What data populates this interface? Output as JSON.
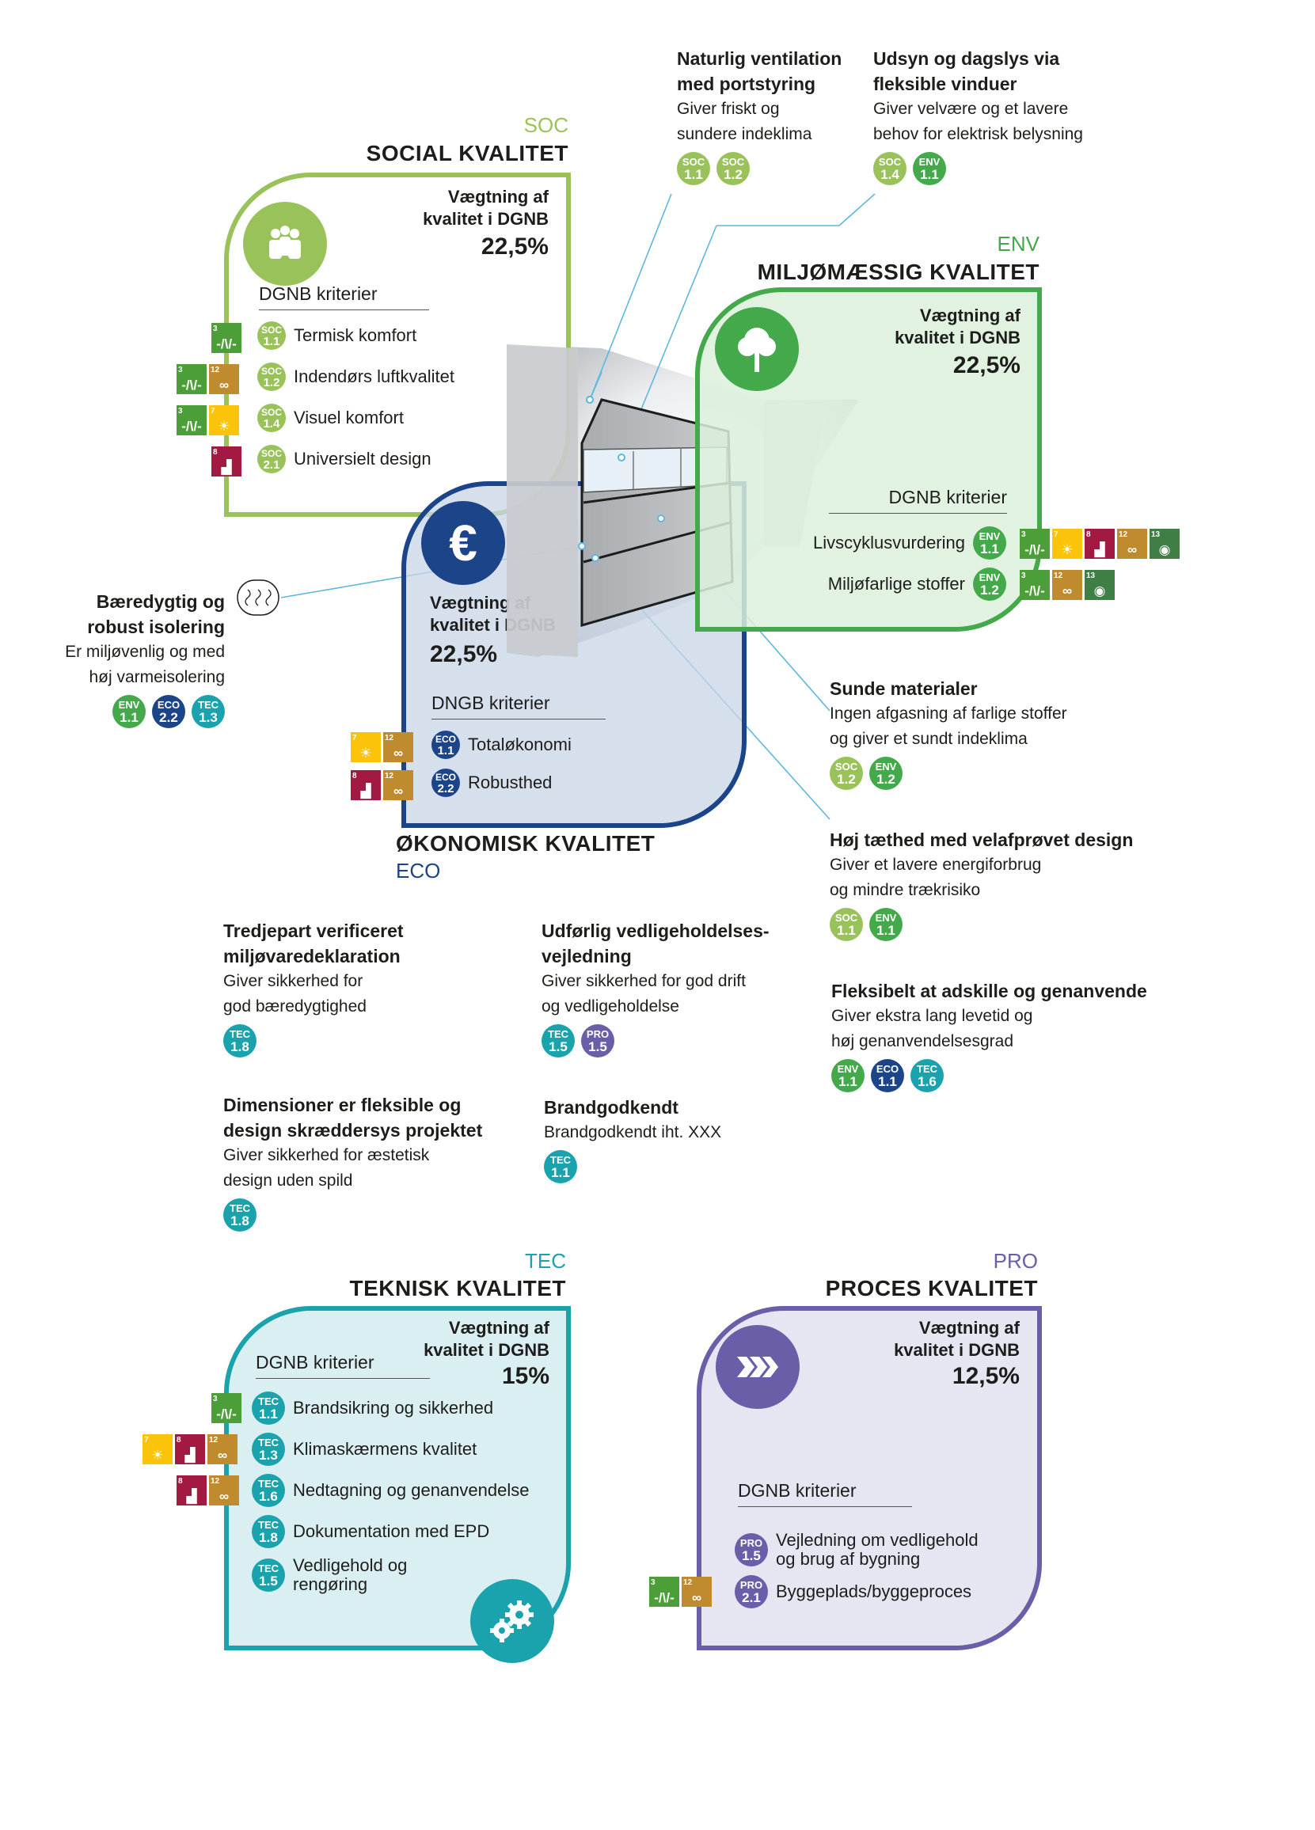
{
  "soc": {
    "code": "SOC",
    "title": "SOCIAL KVALITET",
    "weight_label_1": "Vægtning af",
    "weight_label_2": "kvalitet i DGNB",
    "weight_value": "22,5%",
    "criteria_head": "DGNB kriterier",
    "criteria": [
      {
        "code": "SOC",
        "num": "1.1",
        "label": "Termisk komfort"
      },
      {
        "code": "SOC",
        "num": "1.2",
        "label": "Indendørs luftkvalitet"
      },
      {
        "code": "SOC",
        "num": "1.4",
        "label": "Visuel komfort"
      },
      {
        "code": "SOC",
        "num": "2.1",
        "label": "Universielt design"
      }
    ],
    "color": "#9ac25b"
  },
  "env": {
    "code": "ENV",
    "title": "MILJØMÆSSIG KVALITET",
    "weight_label_1": "Vægtning af",
    "weight_label_2": "kvalitet i DGNB",
    "weight_value": "22,5%",
    "criteria_head": "DGNB kriterier",
    "criteria": [
      {
        "code": "ENV",
        "num": "1.1",
        "label": "Livscyklusvurdering"
      },
      {
        "code": "ENV",
        "num": "1.2",
        "label": "Miljøfarlige stoffer"
      }
    ],
    "color": "#43a94a"
  },
  "eco": {
    "code": "ECO",
    "title": "ØKONOMISK KVALITET",
    "weight_label_1": "Vægtning af",
    "weight_label_2": "kvalitet i DGNB",
    "weight_value": "22,5%",
    "criteria_head": "DNGB kriterier",
    "criteria": [
      {
        "code": "ECO",
        "num": "1.1",
        "label": "Totaløkonomi"
      },
      {
        "code": "ECO",
        "num": "2.2",
        "label": "Robusthed"
      }
    ],
    "euro_symbol": "€",
    "color": "#1c4589"
  },
  "tec": {
    "code": "TEC",
    "title": "TEKNISK KVALITET",
    "weight_label_1": "Vægtning af",
    "weight_label_2": "kvalitet i DGNB",
    "weight_value": "15%",
    "criteria_head": "DGNB kriterier",
    "criteria": [
      {
        "code": "TEC",
        "num": "1.1",
        "label": "Brandsikring og sikkerhed"
      },
      {
        "code": "TEC",
        "num": "1.3",
        "label": "Klimaskærmens kvalitet"
      },
      {
        "code": "TEC",
        "num": "1.6",
        "label": "Nedtagning og genanvendelse"
      },
      {
        "code": "TEC",
        "num": "1.8",
        "label": "Dokumentation med EPD"
      },
      {
        "code": "TEC",
        "num": "1.5",
        "label": "Vedligehold og",
        "label2": "rengøring"
      }
    ],
    "color": "#1ba3ad"
  },
  "pro": {
    "code": "PRO",
    "title": "PROCES KVALITET",
    "weight_label_1": "Vægtning af",
    "weight_label_2": "kvalitet i DGNB",
    "weight_value": "12,5%",
    "criteria_head": "DGNB kriterier",
    "criteria": [
      {
        "code": "PRO",
        "num": "1.5",
        "label": "Vejledning om vedligehold",
        "label2": "og brug af bygning"
      },
      {
        "code": "PRO",
        "num": "2.1",
        "label": "Byggeplads/byggeproces"
      }
    ],
    "color": "#6a5ea9"
  },
  "callouts": {
    "ventilation": {
      "title1": "Naturlig ventilation",
      "title2": "med portstyring",
      "text1": "Giver friskt og",
      "text2": "sundere indeklima"
    },
    "dagslys": {
      "title1": "Udsyn og dagslys via",
      "title2": "fleksible vinduer",
      "text1": "Giver velvære og et lavere",
      "text2": "behov for elektrisk belysning"
    },
    "isolering": {
      "title1": "Bæredygtig og",
      "title2": "robust isolering",
      "text1": "Er miljøvenlig og med",
      "text2": "høj varmeisolering"
    },
    "materialer": {
      "title1": "Sunde materialer",
      "text1": "Ingen afgasning af farlige stoffer",
      "text2": "og giver et sundt indeklima"
    },
    "taethed": {
      "title1": "Høj tæthed med velafprøvet design",
      "text1": "Giver et lavere energiforbrug",
      "text2": "og mindre trækrisiko"
    },
    "epd": {
      "title1": "Tredjepart verificeret",
      "title2": "miljøvaredeklaration",
      "text1": "Giver sikkerhed for",
      "text2": "god bæredygtighed"
    },
    "vedligehold": {
      "title1": "Udførlig vedligeholdelses-",
      "title2": "vejledning",
      "text1": "Giver sikkerhed for god drift",
      "text2": "og vedligeholdelse"
    },
    "genanvend": {
      "title1": "Fleksibelt at adskille og genanvende",
      "text1": "Giver ekstra lang levetid og",
      "text2": "høj genanvendelsesgrad"
    },
    "dimensioner": {
      "title1": "Dimensioner er fleksible og",
      "title2": "design skræddersys projektet",
      "text1": "Giver sikkerhed for æstetisk",
      "text2": "design uden spild"
    },
    "brand": {
      "title1": "Brandgodkendt",
      "text1": "Brandgodkendt iht. XXX"
    }
  },
  "badges": {
    "soc11": {
      "code": "SOC",
      "num": "1.1"
    },
    "soc12": {
      "code": "SOC",
      "num": "1.2"
    },
    "soc14": {
      "code": "SOC",
      "num": "1.4"
    },
    "env11": {
      "code": "ENV",
      "num": "1.1"
    },
    "env12": {
      "code": "ENV",
      "num": "1.2"
    },
    "eco11": {
      "code": "ECO",
      "num": "1.1"
    },
    "eco22": {
      "code": "ECO",
      "num": "2.2"
    },
    "tec13": {
      "code": "TEC",
      "num": "1.3"
    },
    "tec18": {
      "code": "TEC",
      "num": "1.8"
    },
    "tec15": {
      "code": "TEC",
      "num": "1.5"
    },
    "tec11": {
      "code": "TEC",
      "num": "1.1"
    },
    "tec16": {
      "code": "TEC",
      "num": "1.6"
    },
    "pro15": {
      "code": "PRO",
      "num": "1.5"
    }
  },
  "sdg_goals": {
    "g3": {
      "num": "3",
      "glyph": "-/\\/-",
      "color": "#4c9f38"
    },
    "g7": {
      "num": "7",
      "glyph": "☀",
      "color": "#fcc30b"
    },
    "g8": {
      "num": "8",
      "glyph": "▟",
      "color": "#a21942"
    },
    "g12": {
      "num": "12",
      "glyph": "∞",
      "color": "#bf8b2e"
    },
    "g13": {
      "num": "13",
      "glyph": "◉",
      "color": "#3f7e44"
    }
  }
}
